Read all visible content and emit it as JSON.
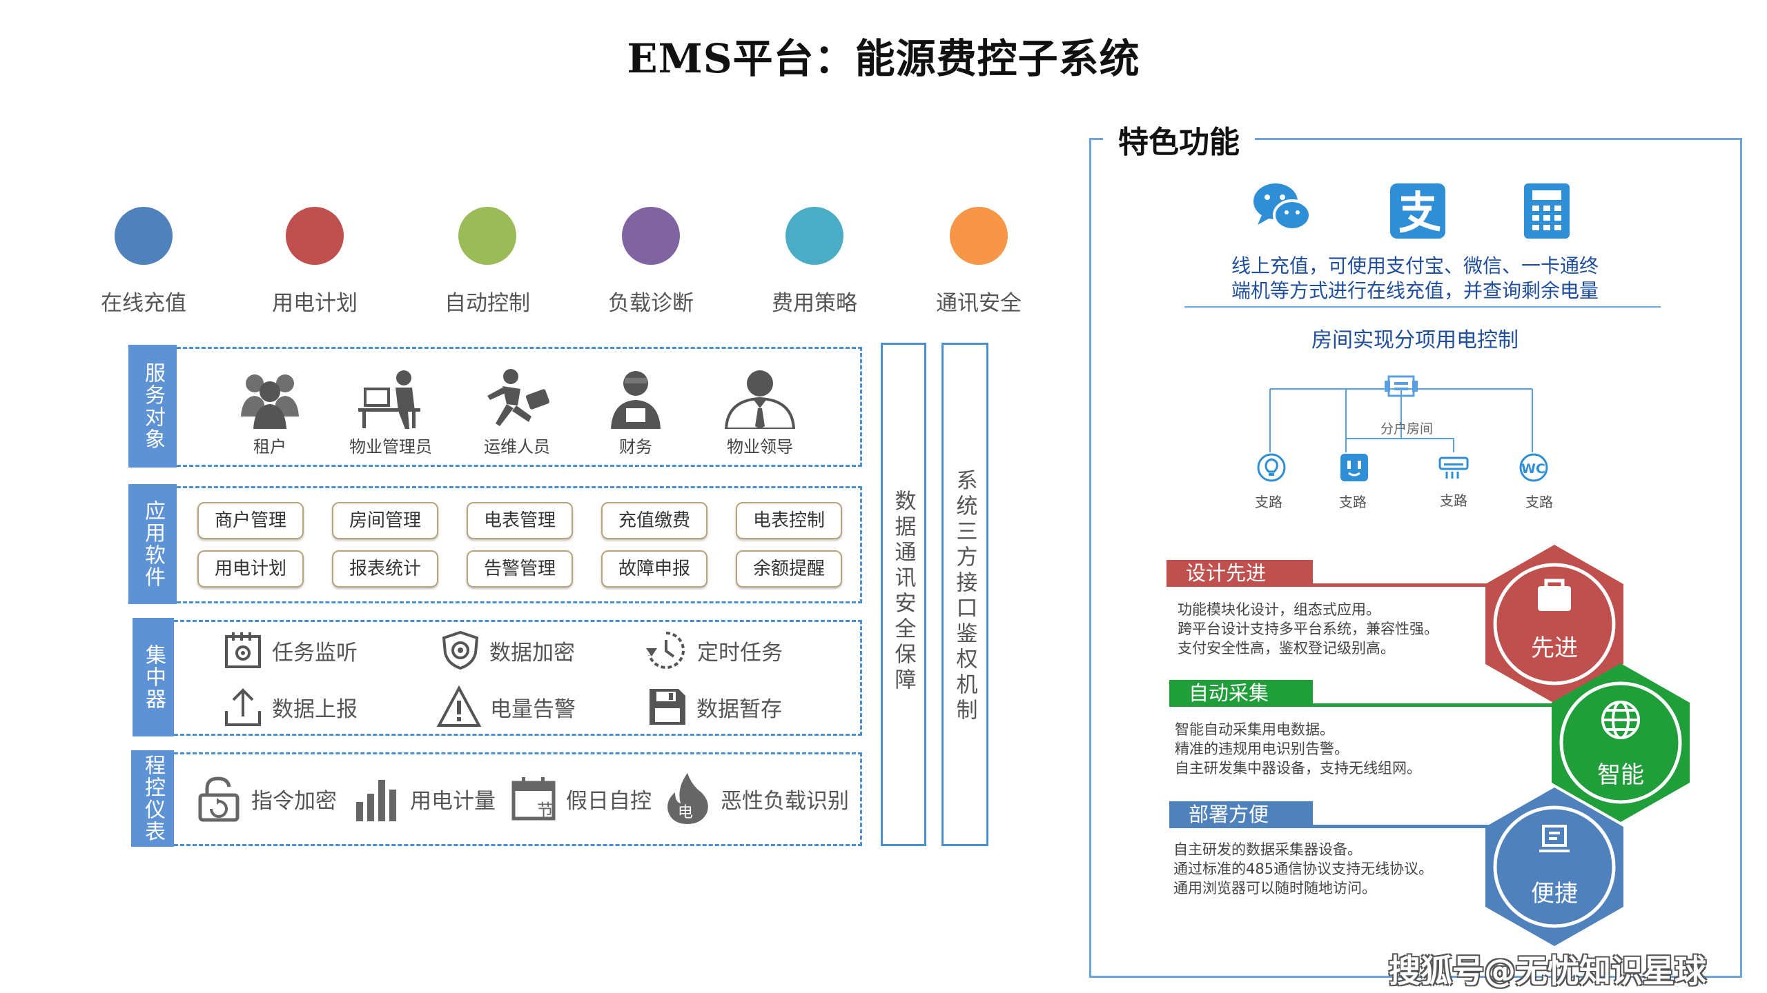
{
  "title": "EMS平台：能源费控子系统",
  "features": [
    {
      "label": "在线充值",
      "color": "#4f81bd"
    },
    {
      "label": "用电计划",
      "color": "#c0504d"
    },
    {
      "label": "自动控制",
      "color": "#9bbb59"
    },
    {
      "label": "负载诊断",
      "color": "#8064a2"
    },
    {
      "label": "费用策略",
      "color": "#4bacc6"
    },
    {
      "label": "通讯安全",
      "color": "#f79646"
    }
  ],
  "layers": {
    "service": {
      "tab": "服务对象",
      "users": [
        {
          "label": "租户",
          "icon": "tenant-group-icon"
        },
        {
          "label": "物业管理员",
          "icon": "desk-worker-icon"
        },
        {
          "label": "运维人员",
          "icon": "running-worker-icon"
        },
        {
          "label": "财务",
          "icon": "finance-person-icon"
        },
        {
          "label": "物业领导",
          "icon": "leader-person-icon"
        }
      ]
    },
    "software": {
      "tab": "应用软件",
      "row1": [
        "商户管理",
        "房间管理",
        "电表管理",
        "充值缴费",
        "电表控制"
      ],
      "row2": [
        "用电计划",
        "报表统计",
        "告警管理",
        "故障申报",
        "余额提醒"
      ]
    },
    "concentrator": {
      "tab": "集中器",
      "items": [
        {
          "label": "任务监听",
          "icon": "calendar-gear-icon"
        },
        {
          "label": "数据加密",
          "icon": "shield-lock-icon"
        },
        {
          "label": "定时任务",
          "icon": "clock-icon"
        },
        {
          "label": "数据上报",
          "icon": "upload-icon"
        },
        {
          "label": "电量告警",
          "icon": "warning-icon"
        },
        {
          "label": "数据暂存",
          "icon": "floppy-disk-icon"
        }
      ]
    },
    "meter": {
      "tab": "程控仪表",
      "items": [
        {
          "label": "指令加密",
          "icon": "lock-refresh-icon"
        },
        {
          "label": "用电计量",
          "icon": "bar-chart-icon"
        },
        {
          "label": "假日自控",
          "icon": "calendar-icon"
        },
        {
          "label": "恶性负载识别",
          "icon": "fire-icon"
        }
      ]
    }
  },
  "side_boxes": [
    "数据通讯安全保障",
    "系统三方接口鉴权机制"
  ],
  "panel": {
    "title": "特色功能",
    "payment_text_1": "线上充值，可使用支付宝、微信、一卡通终",
    "payment_text_2": "端机等方式进行在线充值，并查询剩余电量",
    "room_title": "房间实现分项用电控制",
    "split_label": "分户房间",
    "branches": [
      "支路",
      "支路",
      "支路",
      "支路"
    ],
    "blocks": [
      {
        "banner": "设计先进",
        "color": "#c0504d",
        "lines": [
          "功能模块化设计，组态式应用。",
          "跨平台设计支持多平台系统，兼容性强。",
          "支付安全性高，鉴权登记级别高。"
        ],
        "hex_label": "先进"
      },
      {
        "banner": "自动采集",
        "color": "#1f9e3a",
        "lines": [
          "智能自动采集用电数据。",
          "精准的违规用电识别告警。",
          "自主研发集中器设备，支持无线组网。"
        ],
        "hex_label": "智能"
      },
      {
        "banner": "部署方便",
        "color": "#4f81bd",
        "lines": [
          "自主研发的数据采集器设备。",
          "通过标准的485通信协议支持无线协议。",
          "通用浏览器可以随时随地访问。"
        ],
        "hex_label": "便捷"
      }
    ]
  },
  "watermark": "搜狐号@无忧知识星球"
}
